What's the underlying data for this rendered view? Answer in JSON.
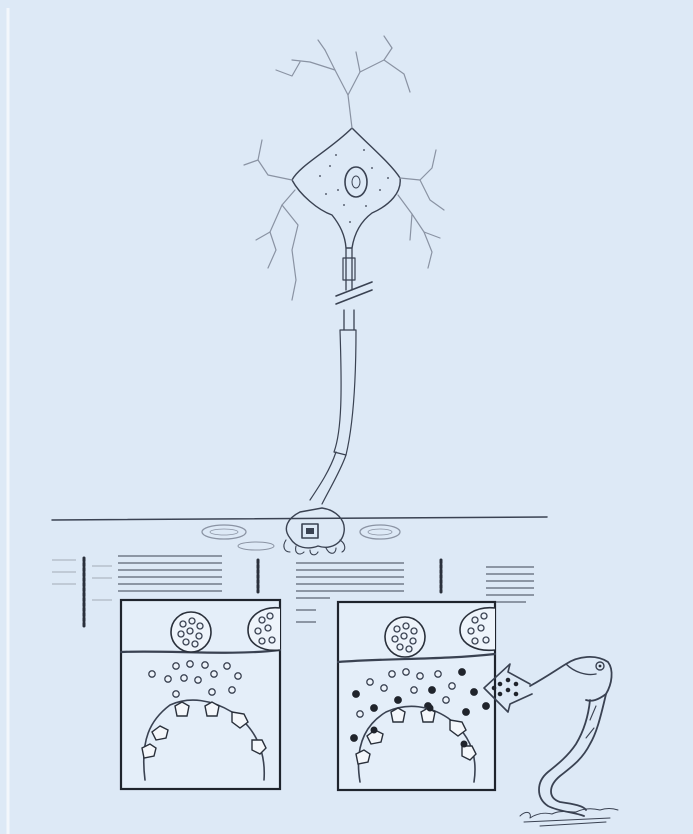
{
  "figure": {
    "panels": [
      {
        "id": "left",
        "ligand": "neurotransmitter-only"
      },
      {
        "id": "right",
        "ligand": "neurotransmitter-plus-toxin"
      }
    ]
  }
}
